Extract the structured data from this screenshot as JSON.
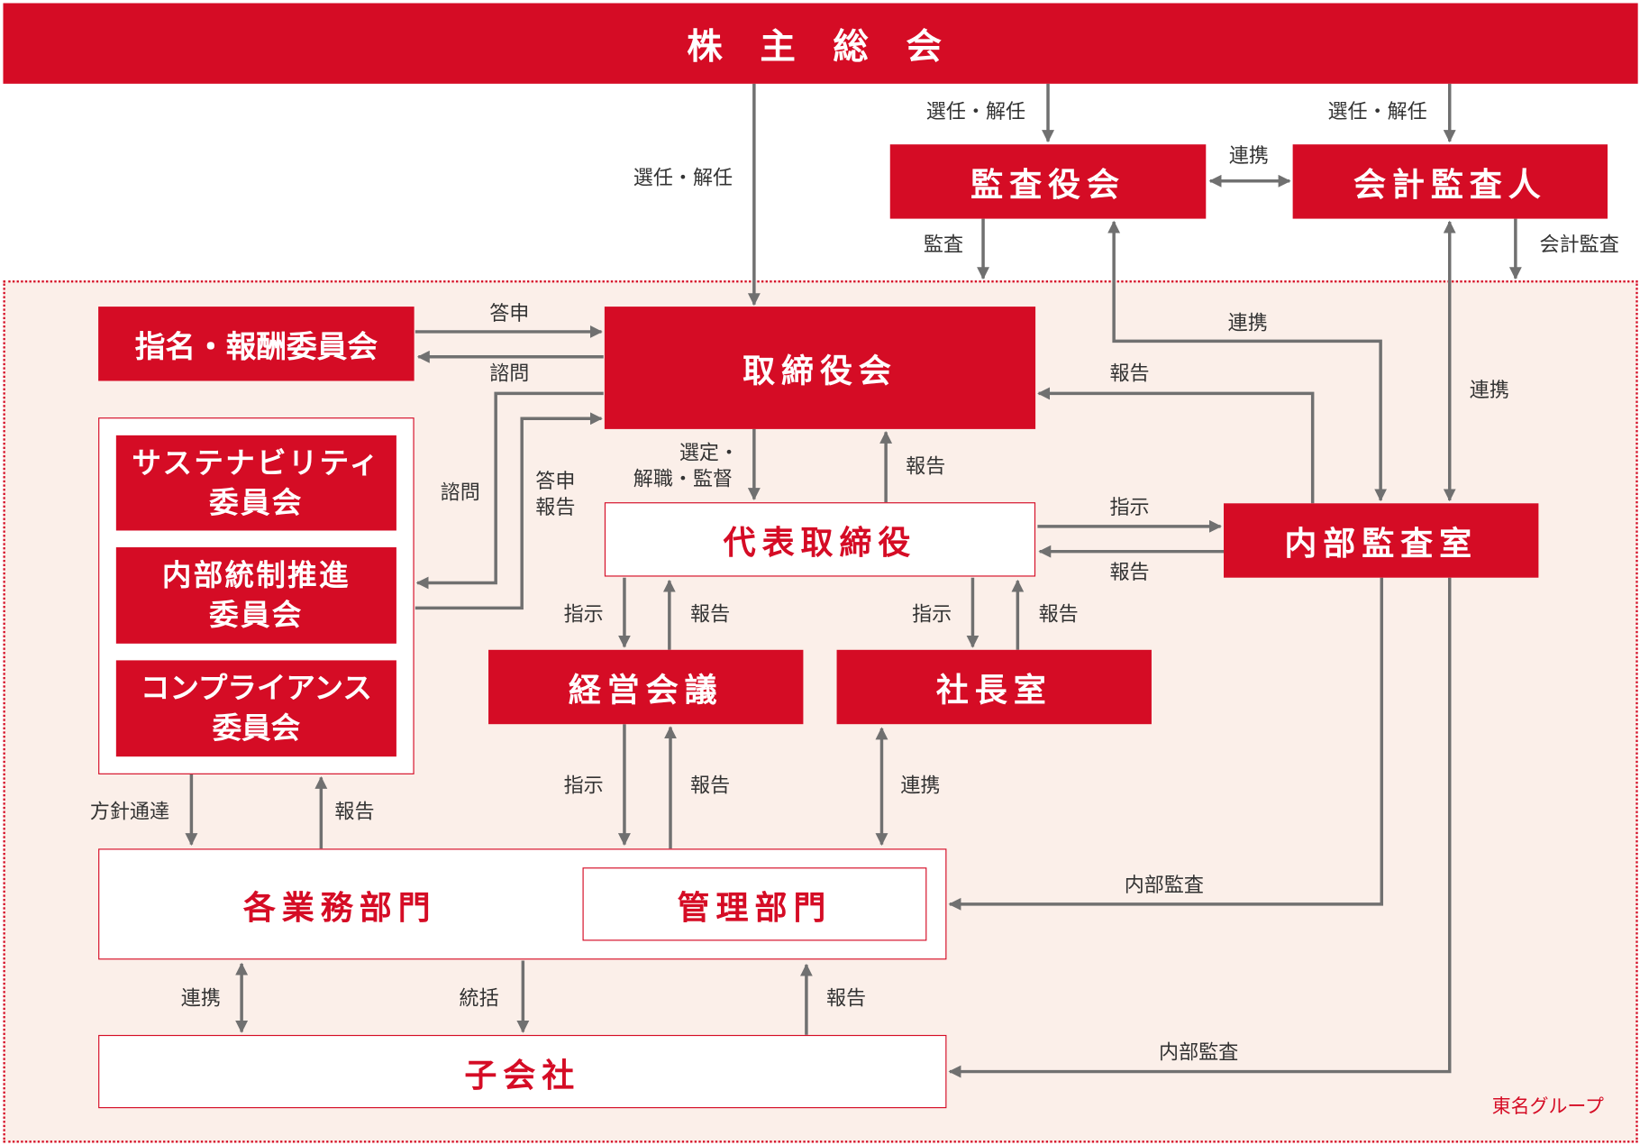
{
  "boxes": {
    "shareholders": "株 主 総 会",
    "audit_board": "監査役会",
    "auditor": "会計監査人",
    "nomination": "指名・報酬委員会",
    "board": "取締役会",
    "sustainability": "サステナビリティ\n委員会",
    "internal_control": "内部統制推進\n委員会",
    "compliance": "コンプライアンス\n委員会",
    "ceo": "代表取締役",
    "internal_audit": "内部監査室",
    "management_meeting": "経営会議",
    "president_office": "社長室",
    "business_divisions": "各業務部門",
    "admin_division": "管理部門",
    "subsidiaries": "子会社"
  },
  "group_label": "東名グループ",
  "labels": {
    "elect_board": "選任・解任",
    "elect_audit": "選任・解任",
    "elect_auditor": "選任・解任",
    "coop_audit_auditor": "連携",
    "audit": "監査",
    "accounting_audit": "会計監査",
    "coop_audit_internal": "連携",
    "coop_auditor_internal": "連携",
    "report_internal_board": "報告",
    "answer_nom": "答申",
    "consult_nom": "諮問",
    "consult_comm": "諮問",
    "answer_comm_1": "答申",
    "answer_comm_2": "報告",
    "select_1": "選定・",
    "select_2": "解職・監督",
    "report_ceo_board": "報告",
    "instruct_internal": "指示",
    "report_internal_ceo": "報告",
    "instruct_mgmt": "指示",
    "report_mgmt": "報告",
    "instruct_pres": "指示",
    "report_pres": "報告",
    "instruct_div": "指示",
    "report_div": "報告",
    "coop_pres_div": "連携",
    "policy": "方針通達",
    "report_div_comm": "報告",
    "internal_audit_div": "内部監査",
    "internal_audit_sub": "内部監査",
    "coop_sub": "連携",
    "supervise_sub": "統括",
    "report_sub": "報告"
  }
}
